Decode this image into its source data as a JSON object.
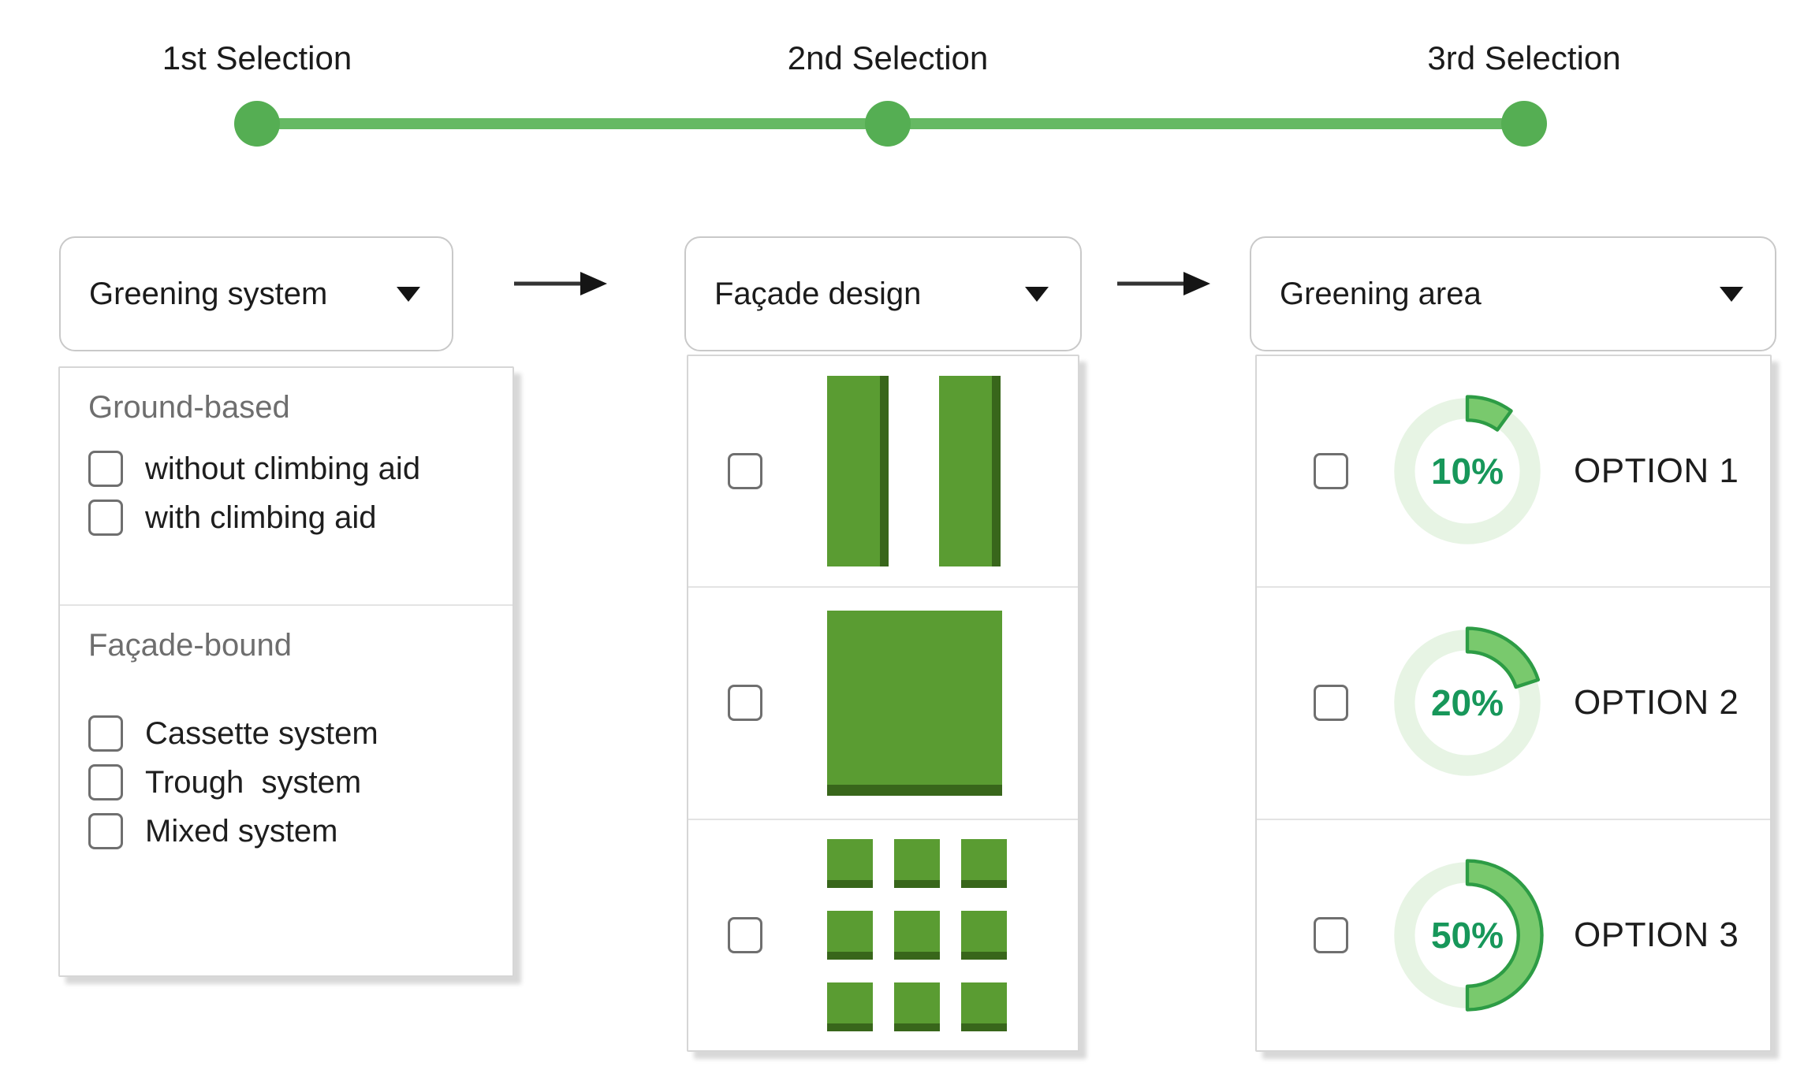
{
  "timeline": {
    "steps": [
      {
        "label": "1st Selection"
      },
      {
        "label": "2nd Selection"
      },
      {
        "label": "3rd Selection"
      }
    ]
  },
  "columns": [
    {
      "dropdown": {
        "label": "Greening system"
      },
      "sections": [
        {
          "heading": "Ground-based",
          "items": [
            {
              "label": "without climbing aid",
              "checked": false
            },
            {
              "label": "with climbing aid",
              "checked": false
            }
          ]
        },
        {
          "heading": "Façade-bound",
          "items": [
            {
              "label": "Cassette system",
              "checked": false
            },
            {
              "label": "Trough  system",
              "checked": false
            },
            {
              "label": "Mixed system",
              "checked": false
            }
          ]
        }
      ]
    },
    {
      "dropdown": {
        "label": "Façade design"
      },
      "rows": [
        {
          "graphic": "two-vertical-bars",
          "checked": false
        },
        {
          "graphic": "large-square",
          "checked": false
        },
        {
          "graphic": "grid-3x3-squares",
          "checked": false
        }
      ]
    },
    {
      "dropdown": {
        "label": "Greening area"
      },
      "options": [
        {
          "percent": 10,
          "percent_label": "10%",
          "label": "OPTION 1",
          "checked": false
        },
        {
          "percent": 20,
          "percent_label": "20%",
          "label": "OPTION 2",
          "checked": false
        },
        {
          "percent": 50,
          "percent_label": "50%",
          "label": "OPTION 3",
          "checked": false
        }
      ]
    }
  ],
  "colors": {
    "accent_green": "#66b963",
    "dot_green": "#55ae53",
    "bar_green": "#5a9c32",
    "bar_green_dark": "#38661b",
    "donut_arc_fill": "#79c96d",
    "donut_arc_stroke": "#2d9c45",
    "donut_track": "#e7f4e4",
    "percent_text": "#17975a",
    "heading_gray": "#6e6e6e",
    "text_dark": "#1d1d1d",
    "border_gray": "#c9c9c9"
  }
}
